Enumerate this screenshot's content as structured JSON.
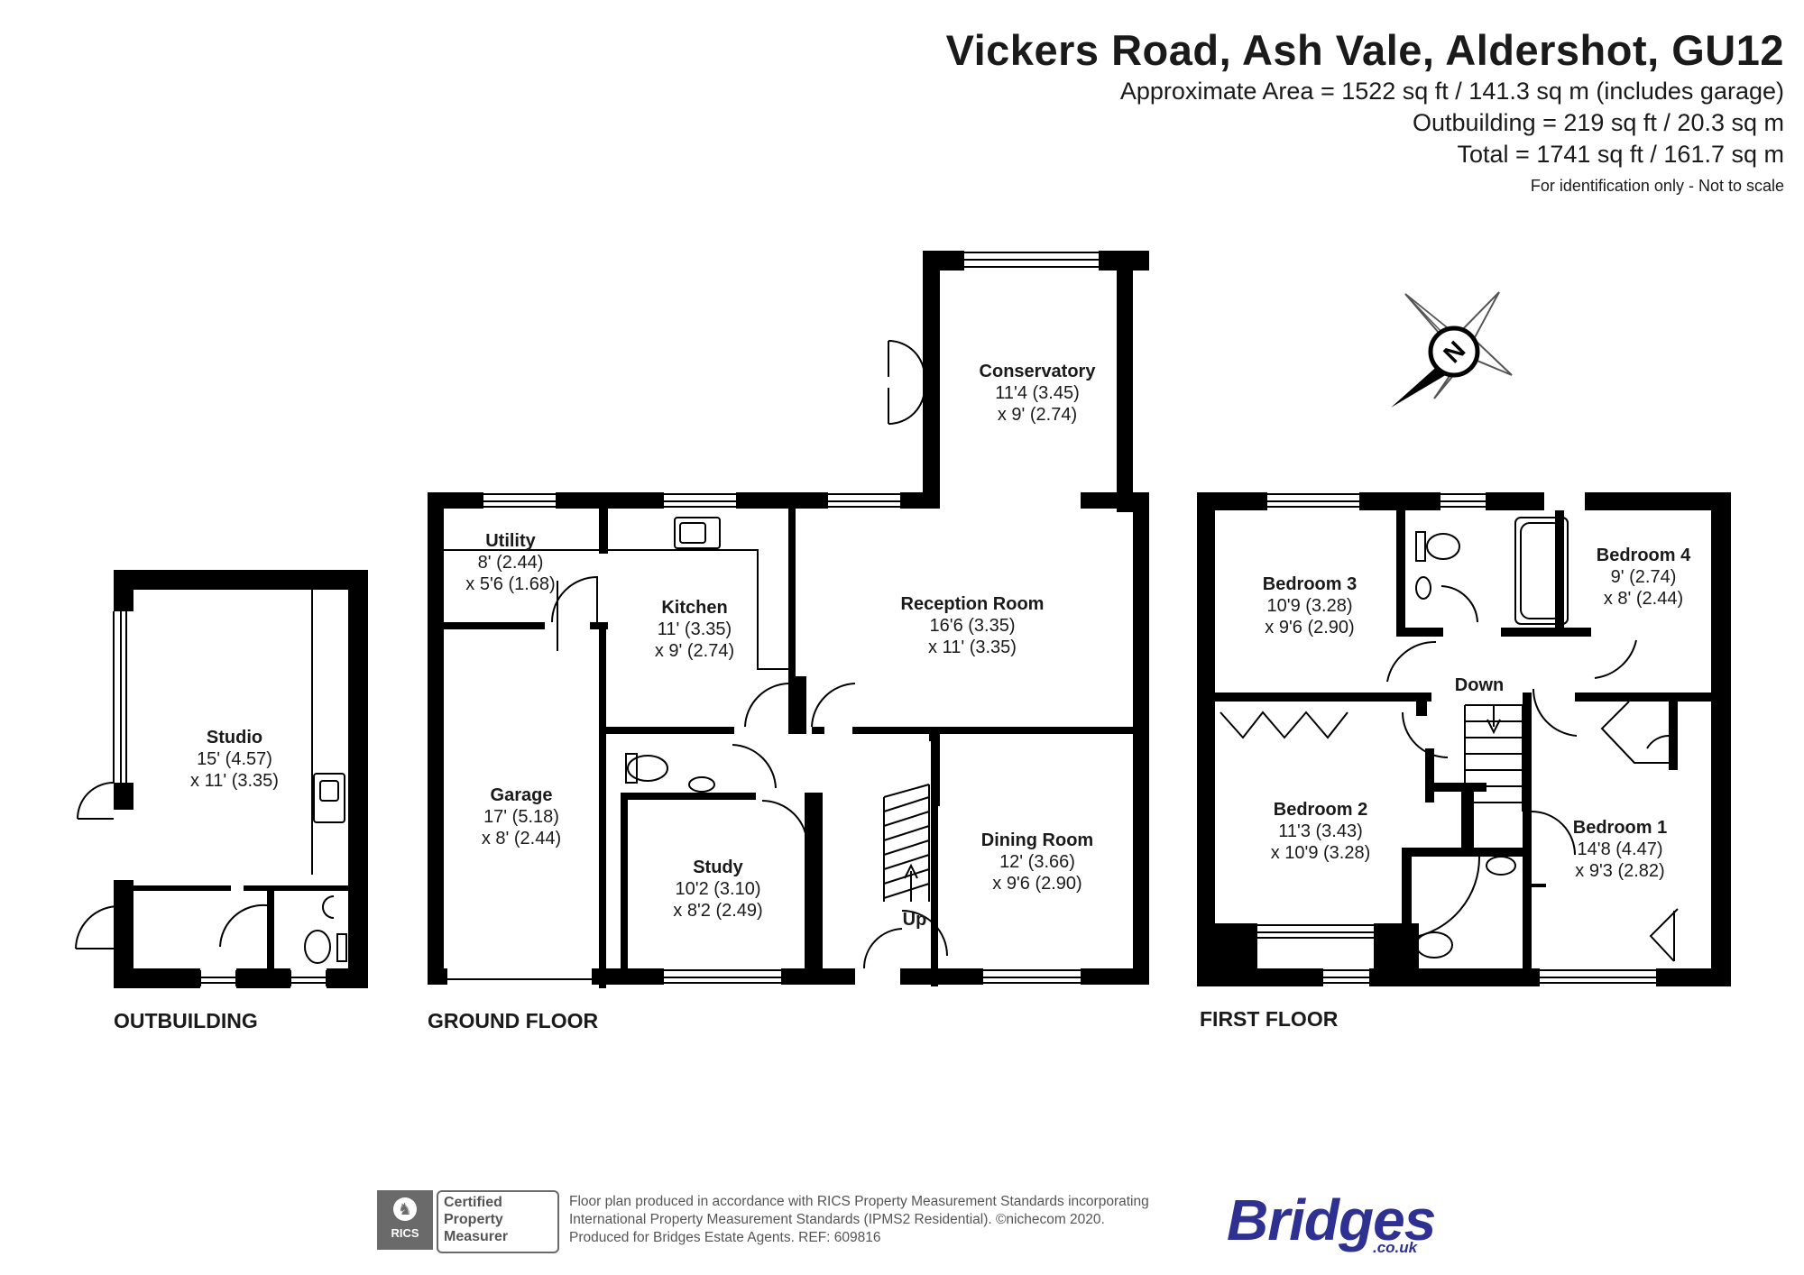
{
  "header": {
    "title": "Vickers Road, Ash Vale, Aldershot, GU12",
    "approx_area": "Approximate Area = 1522 sq ft / 141.3 sq m (includes garage)",
    "outbuilding_area": "Outbuilding = 219 sq ft / 20.3 sq m",
    "total_area": "Total = 1741 sq ft / 161.7 sq m",
    "disclaimer": "For identification only - Not to scale"
  },
  "compass": {
    "letter": "N"
  },
  "floors": {
    "outbuilding": "OUTBUILDING",
    "ground": "GROUND FLOOR",
    "first": "FIRST FLOOR"
  },
  "rooms": {
    "studio": {
      "name": "Studio",
      "dim1": "15' (4.57)",
      "dim2": "x 11' (3.35)"
    },
    "utility": {
      "name": "Utility",
      "dim1": "8' (2.44)",
      "dim2": "x 5'6 (1.68)"
    },
    "garage": {
      "name": "Garage",
      "dim1": "17' (5.18)",
      "dim2": "x 8' (2.44)"
    },
    "kitchen": {
      "name": "Kitchen",
      "dim1": "11' (3.35)",
      "dim2": "x 9' (2.74)"
    },
    "conservatory": {
      "name": "Conservatory",
      "dim1": "11'4 (3.45)",
      "dim2": "x 9' (2.74)"
    },
    "reception": {
      "name": "Reception Room",
      "dim1": "16'6 (3.35)",
      "dim2": "x 11' (3.35)"
    },
    "study": {
      "name": "Study",
      "dim1": "10'2 (3.10)",
      "dim2": "x 8'2 (2.49)"
    },
    "dining": {
      "name": "Dining Room",
      "dim1": "12' (3.66)",
      "dim2": "x 9'6 (2.90)"
    },
    "bedroom3": {
      "name": "Bedroom 3",
      "dim1": "10'9 (3.28)",
      "dim2": "x 9'6 (2.90)"
    },
    "bedroom4": {
      "name": "Bedroom 4",
      "dim1": "9' (2.74)",
      "dim2": "x 8' (2.44)"
    },
    "bedroom2": {
      "name": "Bedroom 2",
      "dim1": "11'3 (3.43)",
      "dim2": "x 10'9 (3.28)"
    },
    "bedroom1": {
      "name": "Bedroom 1",
      "dim1": "14'8 (4.47)",
      "dim2": "x 9'3 (2.82)"
    }
  },
  "stairs": {
    "up": "Up",
    "down": "Down"
  },
  "footer": {
    "line1": "Floor plan produced in accordance with RICS Property Measurement Standards incorporating",
    "line2": "International Property Measurement Standards (IPMS2 Residential).  ©nichecom 2020.",
    "line3": "Produced for Bridges Estate Agents.   REF:  609816",
    "rics_word": "RICS",
    "badge_l1": "Certified",
    "badge_l2": "Property",
    "badge_l3": "Measurer",
    "brand": "Bridges",
    "brand_tld": ".co.uk"
  },
  "colors": {
    "wall": "#000000",
    "brand": "#2e3192",
    "footer_grey": "#6a6a6a"
  }
}
